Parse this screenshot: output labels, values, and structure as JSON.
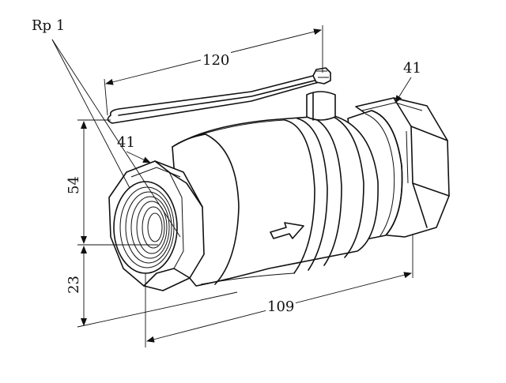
{
  "thread_label": "Rp  1",
  "dimensions": {
    "handle_length": "120",
    "height_upper": "54",
    "height_lower": "23",
    "overall_length": "109",
    "hex_left": "41",
    "hex_right": "41"
  },
  "colors": {
    "line": "#111111",
    "background": "#ffffff"
  }
}
